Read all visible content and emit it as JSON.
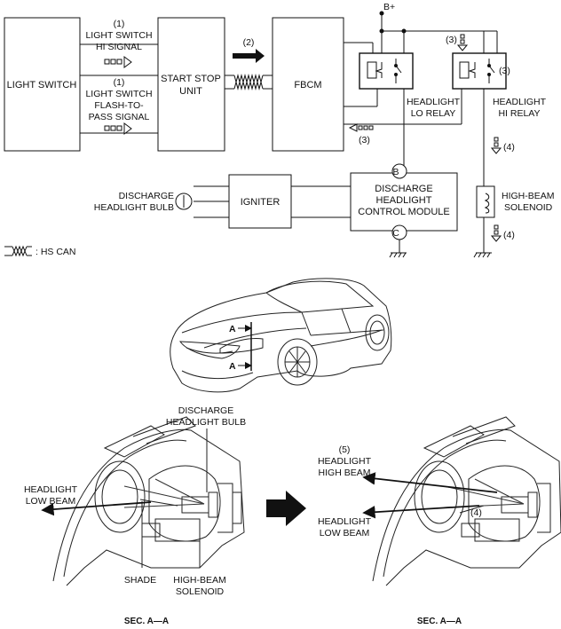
{
  "boxes": {
    "light_switch": "LIGHT SWITCH",
    "start_stop_unit": [
      "START STOP",
      "UNIT"
    ],
    "fbcm": "FBCM",
    "igniter": "IGNITER",
    "control_module": [
      "DISCHARGE",
      "HEADLIGHT",
      "CONTROL MODULE"
    ],
    "hi_solenoid": [
      "HIGH-BEAM",
      "SOLENOID"
    ]
  },
  "signals": {
    "hi_num": "(1)",
    "hi_lines": [
      "LIGHT SWITCH",
      "HI SIGNAL"
    ],
    "ftp_num": "(1)",
    "ftp_lines": [
      "LIGHT SWITCH",
      "FLASH-TO-",
      "PASS SIGNAL"
    ],
    "can_num": "(2)"
  },
  "relays": {
    "power": "B+",
    "lo_label": [
      "HEADLIGHT",
      "LO RELAY"
    ],
    "hi_label": [
      "HEADLIGHT",
      "HI RELAY"
    ],
    "step3a": "(3)",
    "step3b": "(3)",
    "step3c": "(3)",
    "step4a": "(4)",
    "step4b": "(4)"
  },
  "connectors": {
    "b": "B",
    "c": "C"
  },
  "bulb_label": [
    "DISCHARGE",
    "HEADLIGHT BULB"
  ],
  "legend": {
    "text": ": HS CAN"
  },
  "car": {
    "marker_top": "A",
    "marker_bottom": "A"
  },
  "left_section": {
    "bulb_label": [
      "DISCHARGE",
      "HEADLIGHT BULB"
    ],
    "low_beam": [
      "HEADLIGHT",
      "LOW BEAM"
    ],
    "shade": "SHADE",
    "solenoid": [
      "HIGH-BEAM",
      "SOLENOID"
    ],
    "caption": "SEC. A—A"
  },
  "right_section": {
    "step5": "(5)",
    "high_beam": [
      "HEADLIGHT",
      "HIGH BEAM"
    ],
    "low_beam": [
      "HEADLIGHT",
      "LOW BEAM"
    ],
    "step4": "(4)",
    "caption": "SEC. A—A"
  }
}
